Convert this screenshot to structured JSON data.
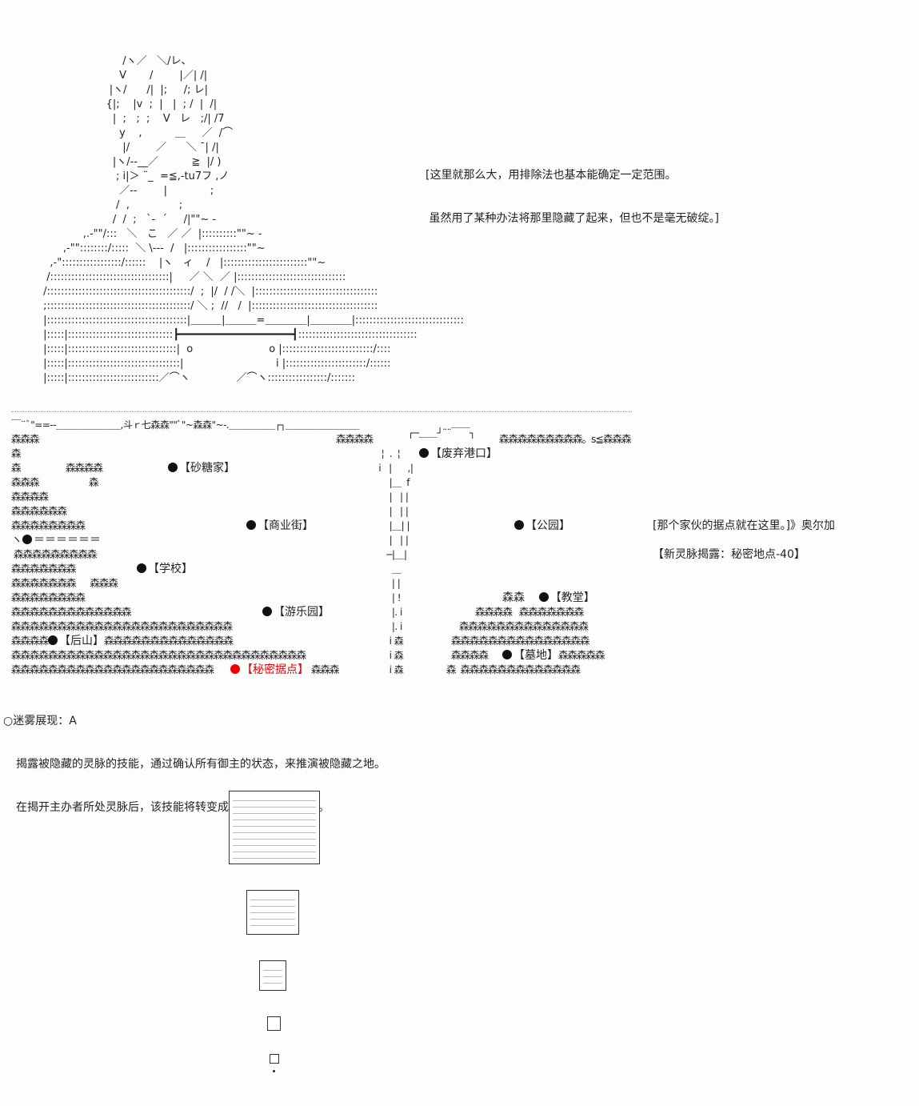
{
  "speech_top": [
    "[这里就那么大，用排除法也基本能确定一定范围。",
    " 虽然用了某种办法将那里隐藏了起来，但也不是毫无破绽。]"
  ],
  "map": {
    "header": "￣¨ﾞ\"==--＿＿＿＿＿＿＿,斗ｒ七森森\"\"ﾞ\"~森森\"~-.＿＿＿＿＿┌┐＿＿＿＿＿＿＿＿",
    "locations": {
      "sugar_house": "【砂糖家】",
      "abandoned_port": "【废弃港口】",
      "commercial_street": "【商业街】",
      "park": "【公园】",
      "school": "【学校】",
      "church": "【教堂】",
      "amusement_park": "【游乐园】",
      "back_mountain": "【后山】",
      "cemetery": "【墓地】",
      "secret_base": "【秘密据点】"
    },
    "equals_row": "＝＝＝＝＝＝"
  },
  "side_notes": {
    "note1": "[那个家伙的据点就在这里。]》奥尔加",
    "note2": "【新灵脉揭露：秘密地点-40】"
  },
  "skill": {
    "title": "○迷雾展现：A",
    "line1": "揭露被隐藏的灵脉的技能，通过确认所有御主的状态，来推演被隐藏之地。",
    "line2": "在揭开主办者所处灵脉后，该技能将转变成另一个效果的技能。"
  },
  "ascii_figure": [
    "                         /ヽ／   ＼/レ、",
    "                        V       /        |／| /|",
    "                     |ヽ/      /|  |;     /; レ|",
    "                    {|;    |v  ;  |   |  ; /  |  /|",
    "                      |  ;   ;  ;    V   レ   ;/| /7",
    "                        y    ,          ＿     ／  /⌒",
    "                         |/        ／      ＼ ¯| /|",
    "                      |ヽ/--__／          ≧  |/ )",
    "                       ; i|＞ ¨_  =≦,-tu7フ ,ノ",
    "                        ／--        |             ;",
    "                       /  ,               ;",
    "                      /  /  ;   `-  ´     /|\"\"~ -",
    "             ,.-\"\"/:::   ＼   こ   ／ ／  |::::::::::\"\"~ -",
    "       ,-\"\"::::::::/:::::  ＼ \\---  /   |:::::::::::::::::\"\"~",
    "   ,-\":::::::::::::::::/::::::    |ヽ   ィ    /   |::::::::::::::::::::::::\"\"~",
    "  /::::::::::::::::::::::::::::::::::|     ／ ＼  ／ |:::::::::::::::::::::::::::::::",
    " /:::::::::::::::::::::::::::::::::::::::::/  ;  |/  / /＼  |:::::::::::::::::::::::::::::::::::",
    " ;:::::::::::::::::::::::::::::::::::::::::/ ＼ ;  //   /  |::::::::::::::::::::::::::::::::::::",
    " |::::::::::::::::::::::::::::::::::::::::|＿＿＿|＿＿＿=＿＿＿＿|＿＿＿＿|:::::::::::::::::::::::::::::::",
    " |:::::|::::::::::::::::::::::::::::::┣━━━━━━━━━━━━━━━━━━┫::::::::::::::::::::::::::::::::::",
    " |:::::|:::::::::::::::::::::::::::::::|  o                       o |::::::::::::::::::::::::::/::::",
    " |:::::|::::::::::::::::::::::::::::::::|                            i |:::::::::::::::::::::::/::::::",
    " |:::::|::::::::::::::::::::::::::／⌒ヽ              ／⌒ヽ:::::::::::::::::/:::::::"
  ]
}
